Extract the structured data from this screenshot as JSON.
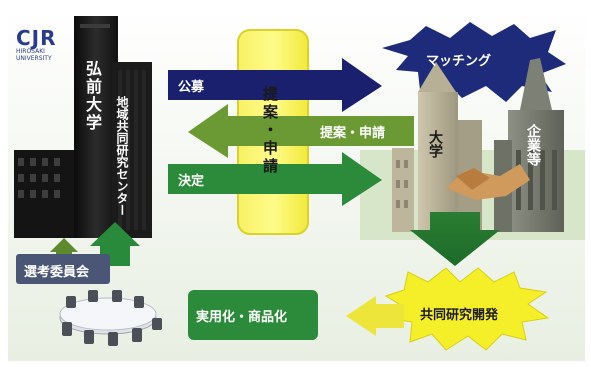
{
  "logo": {
    "mark": "CJR",
    "sub1": "HIROSAKI",
    "sub2": "UNIVERSITY"
  },
  "buildings": {
    "university": "弘前大学",
    "center": "地域共同研究センター",
    "uni_right": "大学",
    "company": "企業等"
  },
  "panel": {
    "label": "提案・申請"
  },
  "arrows": {
    "call": "公募",
    "proposal": "提案・申請",
    "decision": "決定"
  },
  "matching": "マッチング",
  "committee": "選考委員会",
  "practical": "実用化・商品化",
  "joint_research": "共同研究開発",
  "colors": {
    "navy": "#1a1f6e",
    "olive": "#5d8a2e",
    "green": "#2f8a3a",
    "yellow": "#f4ef3d",
    "burst_yellow": "#f5ef2a",
    "slate": "#4b5576"
  }
}
